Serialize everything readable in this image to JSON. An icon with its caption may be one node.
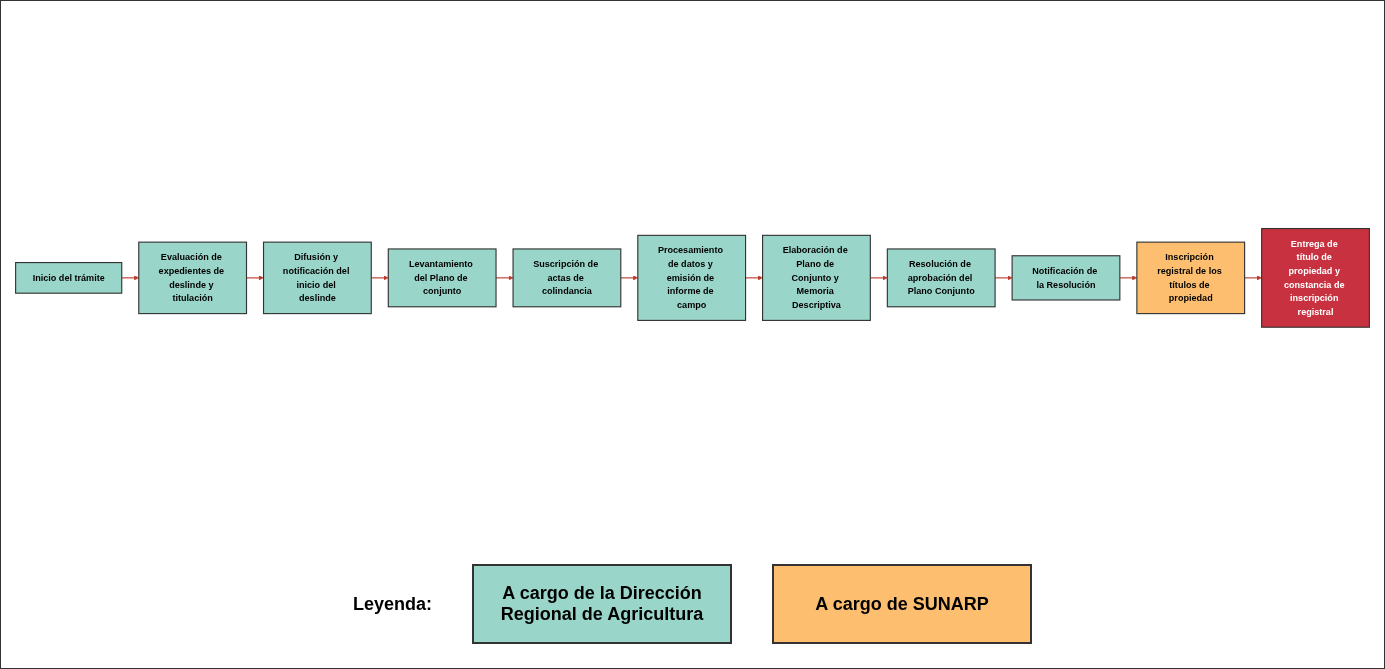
{
  "diagram": {
    "nodes": [
      {
        "text": [
          "Inicio del trámite"
        ]
      },
      {
        "text": [
          "Evaluación de expedientes de deslinde y titulación"
        ]
      },
      {
        "text": [
          "Difusión y notificación del inicio del deslinde"
        ]
      },
      {
        "text": [
          "Levantamiento del Plano de conjunto"
        ]
      },
      {
        "text": [
          "Suscripción de actas de colindancia"
        ]
      },
      {
        "text": [
          "Procesamiento de datos y emisión de informe de campo"
        ]
      },
      {
        "text": [
          "Elaboración de Plano de Conjunto y Memoria Descriptiva"
        ]
      },
      {
        "text": [
          "Resolución de aprobación del Plano Conjunto"
        ]
      },
      {
        "text": [
          "Notificación de la Resolución"
        ]
      },
      {
        "text": [
          "Inscripción registral de los títulos de propiedad"
        ]
      },
      {
        "text": [
          "Entrega de título de propiedad y constancia de inscripción registral"
        ]
      }
    ],
    "edges": [
      {
        "from": 0,
        "to": 1,
        "arrow": "to"
      },
      {
        "from": 1,
        "to": 2,
        "arrow": "to"
      },
      {
        "from": 2,
        "to": 3,
        "arrow": "to"
      },
      {
        "from": 3,
        "to": 4,
        "arrow": "to"
      },
      {
        "from": 4,
        "to": 5,
        "arrow": "to"
      },
      {
        "from": 5,
        "to": 6,
        "arrow": "to"
      },
      {
        "from": 6,
        "to": 7,
        "arrow": "to"
      },
      {
        "from": 7,
        "to": 8,
        "arrow": "to"
      },
      {
        "from": 8,
        "to": 9,
        "arrow": "to"
      },
      {
        "from": 9,
        "to": 10,
        "arrow": "to"
      }
    ],
    "labels": [
      "Leyenda:"
    ],
    "legend": [
      {
        "text": "A cargo de la Dirección Regional de Agricultura",
        "color": "#99d5c9"
      },
      {
        "text": "A cargo de SUNARP",
        "color": "#fdbf6f"
      }
    ]
  }
}
